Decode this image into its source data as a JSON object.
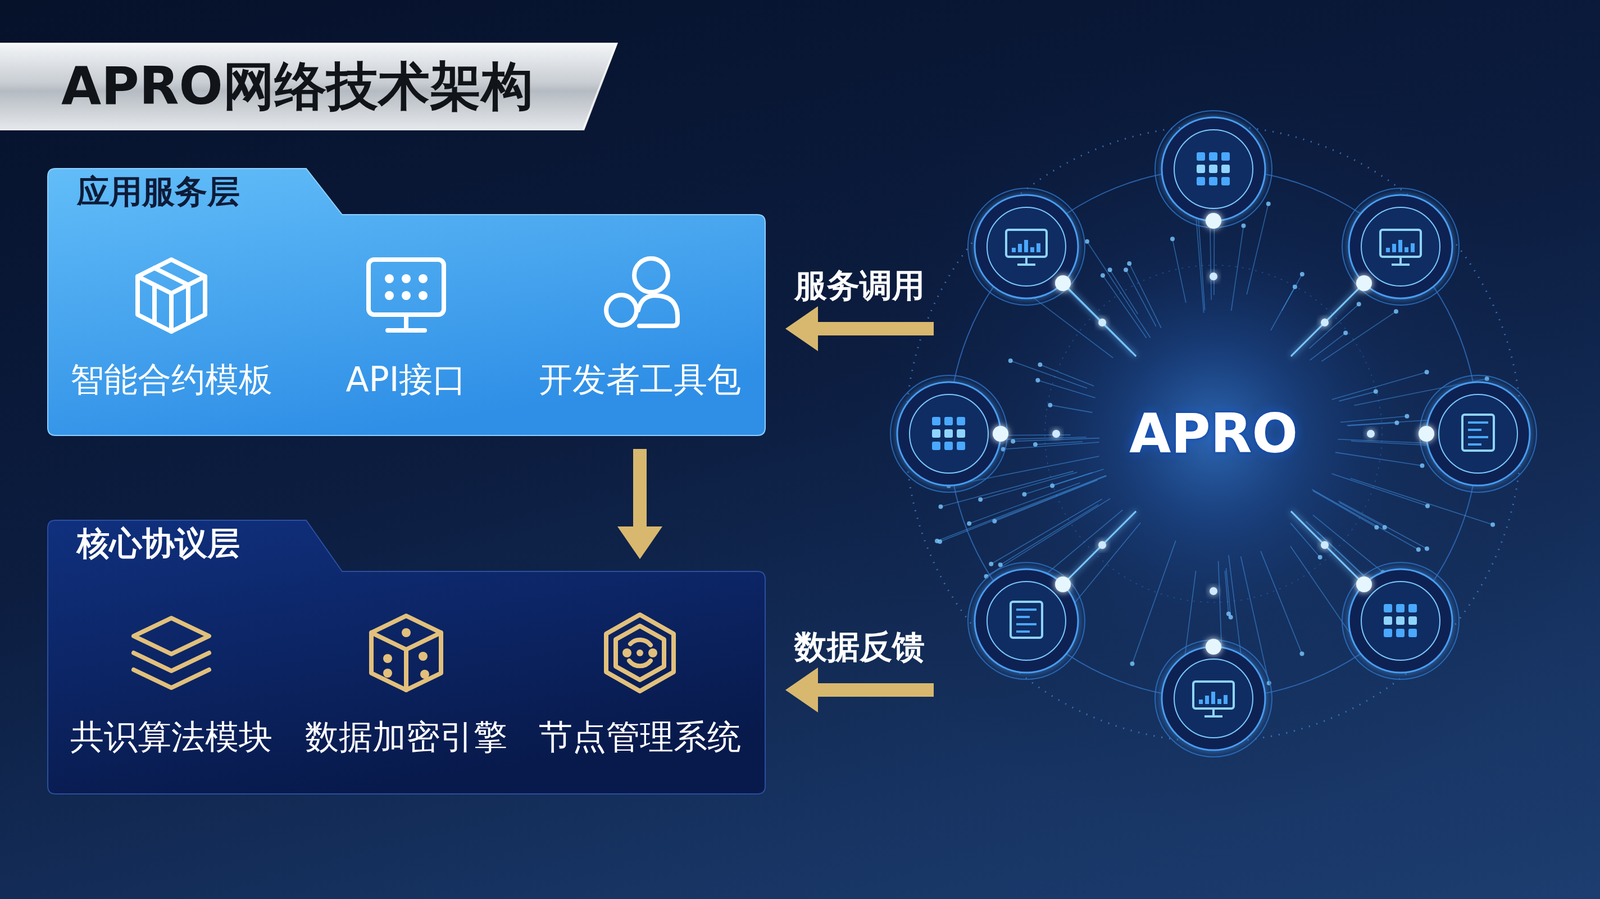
{
  "diagram": {
    "title": "APRO网络技术架构",
    "nodes": [
      {
        "text": [
          "应用服务层"
        ]
      },
      {
        "text": [
          "智能合约模板"
        ],
        "in": 0
      },
      {
        "text": [
          "API接口"
        ],
        "in": 0
      },
      {
        "text": [
          "开发者工具包"
        ],
        "in": 0
      },
      {
        "text": [
          "核心协议层"
        ]
      },
      {
        "text": [
          "共识算法模块"
        ],
        "in": 4
      },
      {
        "text": [
          "数据加密引擎"
        ],
        "in": 4
      },
      {
        "text": [
          "节点管理系统"
        ],
        "in": 4
      },
      {
        "text": [
          "APRO"
        ]
      }
    ],
    "edges": [
      {
        "from": 8,
        "to": 0,
        "arrow": "to",
        "label": "服务调用"
      },
      {
        "from": 0,
        "to": 4,
        "arrow": "to"
      },
      {
        "from": 8,
        "to": 4,
        "arrow": "to",
        "label": "数据反馈"
      }
    ]
  }
}
